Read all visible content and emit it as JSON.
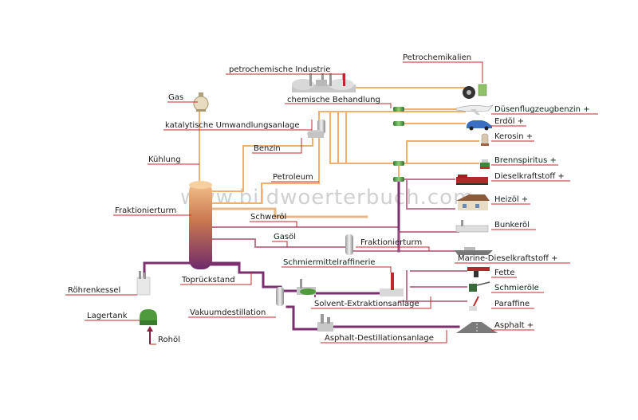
{
  "watermark": "www.bildwoerterbuch.com",
  "labels": {
    "petrochem_industrie": "petrochemische Industrie",
    "petrochemikalien": "Petrochemikalien",
    "gas": "Gas",
    "chem_behandlung": "chemische Behandlung",
    "katalytische": "katalytische Umwandlungsanlage",
    "benzin": "Benzin",
    "kuehlung": "Kühlung",
    "petroleum": "Petroleum",
    "fraktionierturm": "Fraktionierturm",
    "schweroel": "Schweröl",
    "gasoel": "Gasöl",
    "fraktionierturm2": "Fraktionierturm",
    "schmiermittel": "Schmiermittelraffinerie",
    "roehrenkessel": "Röhrenkessel",
    "toprueckstand": "Toprückstand",
    "vakuum": "Vakuumdestillation",
    "solvent": "Solvent-Extraktionsanlage",
    "lagertank": "Lagertank",
    "asphalt_dest": "Asphalt-Destillationsanlage",
    "rohoel": "Rohöl"
  },
  "products": {
    "duesen": "Düsenflugzeugbenzin +",
    "erdoel": "Erdöl +",
    "kerosin": "Kerosin +",
    "brennspiritus": "Brennspiritus +",
    "diesel": "Dieselkraftstoff +",
    "heizoel": "Heizöl +",
    "bunkeroel": "Bunkeröl",
    "marine": "Marine-Dieselkraftstoff +",
    "fette": "Fette",
    "schmieroele": "Schmieröle",
    "paraffine": "Paraffine",
    "asphalt": "Asphalt +"
  },
  "colors": {
    "leader": "#c0282d",
    "orange": "#f0b070",
    "tan": "#e6b888",
    "purple": "#7a2f6e",
    "rose": "#c07a8f",
    "arrow": "#8a2040",
    "green": "#5aa34a"
  }
}
